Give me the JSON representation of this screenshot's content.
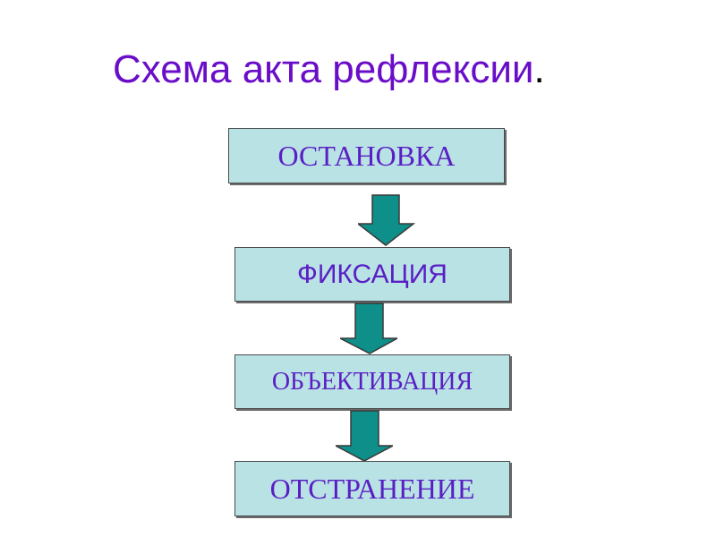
{
  "slide": {
    "title": "Схема акта рефлексии",
    "title_punctuation": ".",
    "steps": [
      {
        "label": "ОСТАНОВКА"
      },
      {
        "label": "ФИКСАЦИЯ"
      },
      {
        "label": "ОБЪЕКТИВАЦИЯ"
      },
      {
        "label": "ОТСТРАНЕНИЕ"
      }
    ],
    "colors": {
      "title": "#6a0dc8",
      "box_fill": "#b9e2e5",
      "box_text": "#5a1fc4",
      "arrow_fill": "#0e8f8a"
    }
  }
}
